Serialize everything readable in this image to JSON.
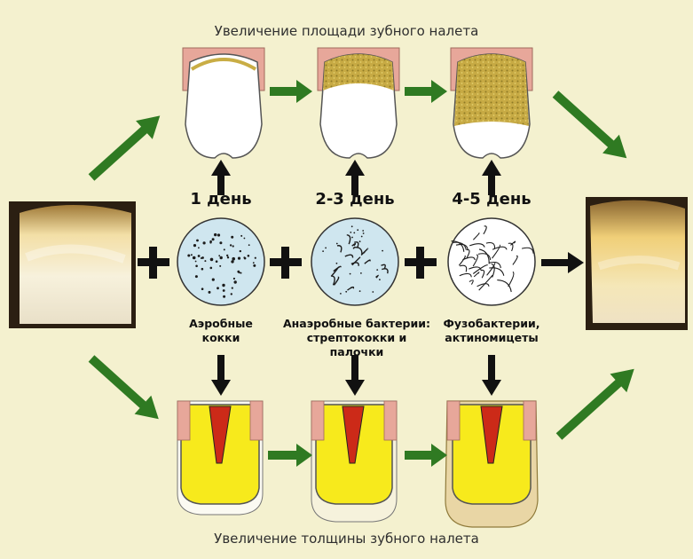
{
  "diagram": {
    "title_top": "Увеличение площади зубного налета",
    "title_bottom": "Увеличение толщины зубного налета",
    "stages": [
      {
        "day": "1 день",
        "label_line1": "Аэробные",
        "label_line2": "кокки"
      },
      {
        "day": "2-3 день",
        "label_line1": "Анаэробные бактерии:",
        "label_line2": "стрептококки и палочки"
      },
      {
        "day": "4-5 день",
        "label_line1": "Фузобактерии,",
        "label_line2": "актиномицеты"
      }
    ]
  },
  "colors": {
    "background": "#f4f1cf",
    "green_arrow": "#2f7a22",
    "gum": "#e7a79a",
    "plaque": "#c9ad45",
    "tooth_yellow": "#f7ea1c",
    "pulp_red": "#cc2a18",
    "circle_fill": "#cfe6ef"
  }
}
